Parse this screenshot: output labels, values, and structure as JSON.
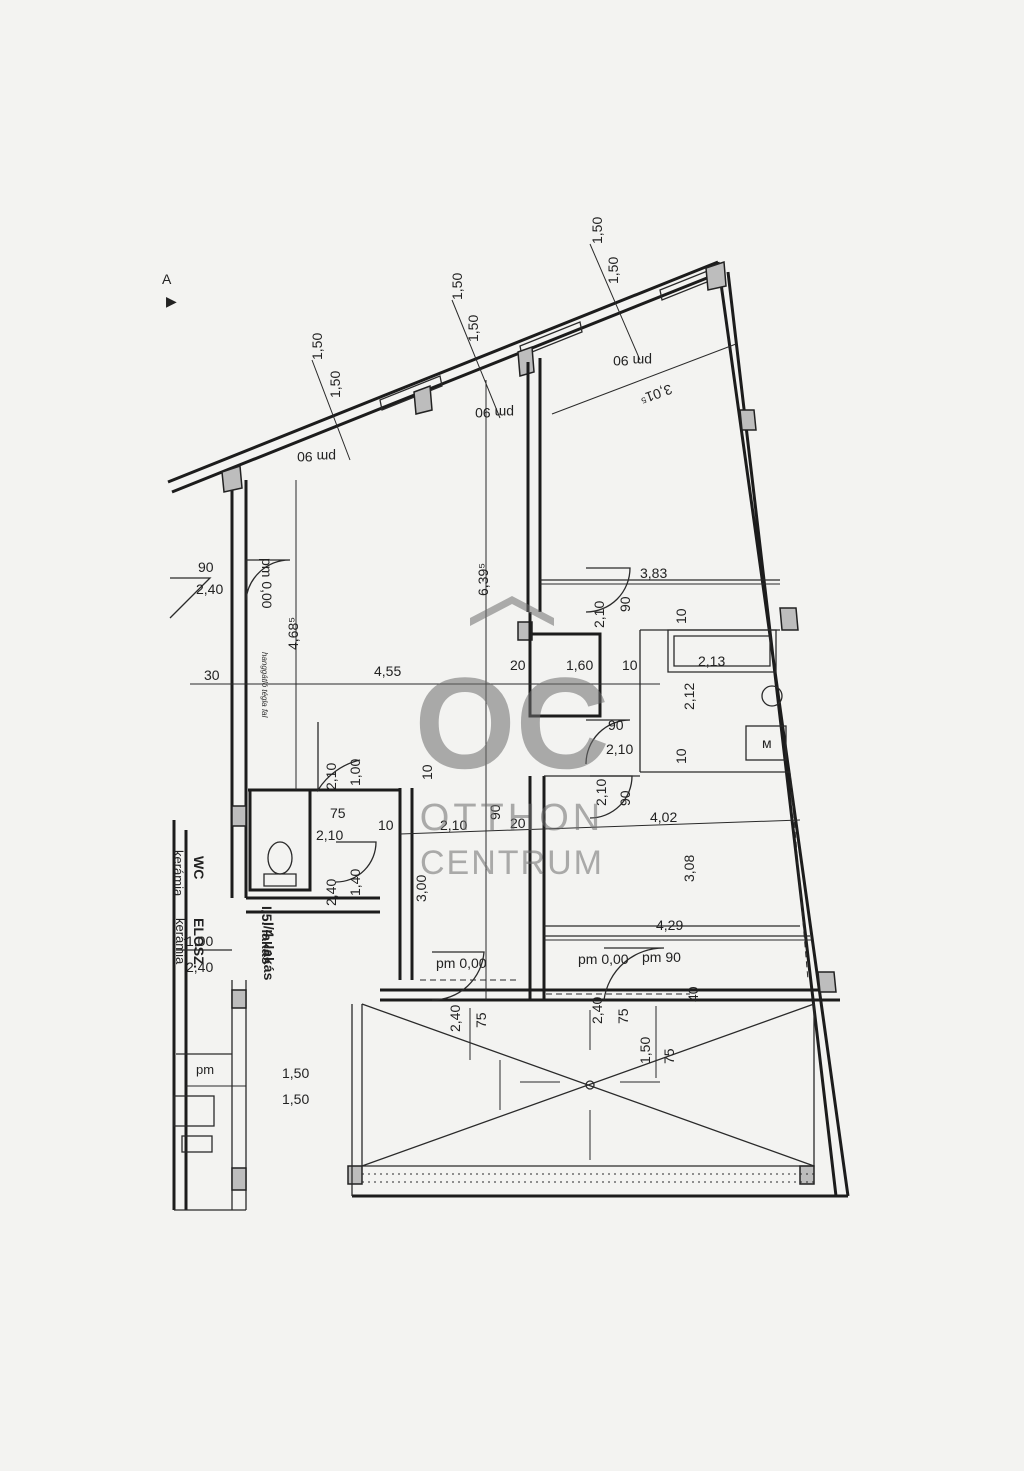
{
  "marker": {
    "label": "A",
    "symbol": "▶"
  },
  "units": {
    "u1": "I/5. lakás",
    "u2": "I/4. lakás"
  },
  "rooms": {
    "wc": "WC",
    "wc_floor": "kerámia",
    "eloszto": "ELOSZ.",
    "eloszto_floor": "kerámia",
    "wall_note": "hanggátló tégla fal"
  },
  "watermark": {
    "logo": "OC",
    "line1": "OTTHON",
    "line2": "CENTRUM"
  },
  "labels": {
    "w1a": "1,50",
    "w1b": "1,50",
    "w1c": "pm 90",
    "w2a": "1,50",
    "w2b": "1,50",
    "w2c": "pm 90",
    "w3a": "1,50",
    "w3b": "1,50",
    "w3c": "pm 90",
    "d_3015": "3,01⁵",
    "d_6395": "6,39⁵",
    "d_4685": "4,68⁵",
    "d_383": "3,83",
    "d_455": "4,55",
    "d_30": "30",
    "d_20a": "20",
    "d_160": "1,60",
    "d_10a": "10",
    "d_213": "2,13",
    "d_212": "2,12",
    "d_10b": "10",
    "d_90a": "90",
    "d_210a": "2,10",
    "d_90b": "90",
    "d_210b": "2,10",
    "d_100a": "1,00",
    "d_210c": "2,10",
    "d_10c": "10",
    "d_75a": "75",
    "d_210d": "2,10",
    "d_10d": "10",
    "d_210e": "2,10",
    "d_90c": "90",
    "d_20b": "20",
    "d_210f": "2,10",
    "d_90d": "90",
    "d_402": "4,02",
    "d_10e": "10",
    "d_308": "3,08",
    "d_300": "3,00",
    "d_429": "4,29",
    "d_140": "1,40",
    "d_240a": "2,40",
    "d_90e": "90",
    "d_240b": "2,40",
    "d_pm0a": "pm 0,00",
    "d_100b": "1,00",
    "d_240c": "2,40",
    "d_pm0b": "pm 0,00",
    "d_240d": "2,40",
    "d_75b": "75",
    "d_pm0c": "pm 0,00",
    "d_pm90": "pm 90",
    "d_240e": "2,40",
    "d_75c": "75",
    "d_150a": "1,50",
    "d_75d": "75",
    "d_40": "40",
    "d_150b": "1,50",
    "d_150c": "1,50",
    "d_pm": "pm"
  }
}
